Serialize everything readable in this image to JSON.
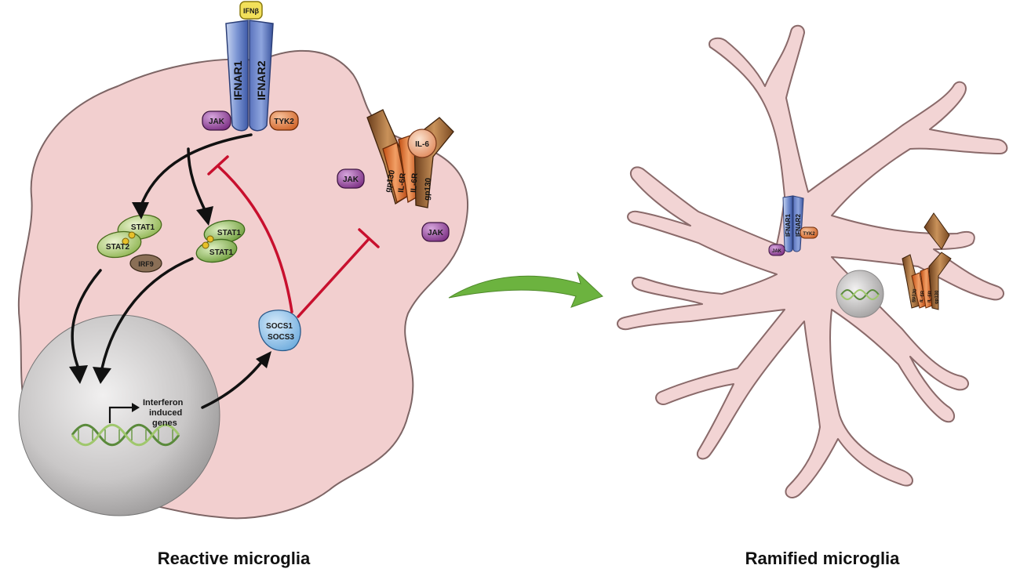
{
  "reactive": {
    "caption": "Reactive microglia",
    "ifnb": "IFNβ",
    "ifnar1": "IFNAR1",
    "ifnar2": "IFNAR2",
    "jak_left": "JAK",
    "tyk2": "TYK2",
    "il6": "IL-6",
    "gp130_a": "gp130",
    "il6r_a": "IL-6R",
    "il6r_b": "IL-6R",
    "gp130_b": "gp130",
    "jak_il6_left": "JAK",
    "jak_il6_right": "JAK",
    "stat1_a": "STAT1",
    "stat2": "STAT2",
    "irf9": "IRF9",
    "stat1_b": "STAT1",
    "stat1_c": "STAT1",
    "socs1": "SOCS1",
    "socs3": "SOCS3",
    "gene_line1": "Interferon",
    "gene_line2": "induced",
    "gene_line3": "genes"
  },
  "ramified": {
    "caption": "Ramified microglia",
    "ifnar1": "IFNAR1",
    "ifnar2": "IFNAR2",
    "jak": "JAK",
    "tyk2": "TYK2",
    "gp130_a": "gp130",
    "il6r_a": "IL-6R",
    "il6r_b": "IL-6R",
    "gp130_b": "gp130"
  },
  "colors": {
    "cell_fill": "#f3d2d2",
    "cell_stroke": "#7a6060",
    "nucleus": "#c8c6c6",
    "receptor_blue": "#6f86c8",
    "jak_purple": "#8e3d95",
    "tyk2_orange": "#e37a3e",
    "inhibit_red": "#c8102e",
    "transition_green": "#6cb33f",
    "stat_green": "#b7d47a",
    "socs_blue": "#8cbfe6"
  }
}
